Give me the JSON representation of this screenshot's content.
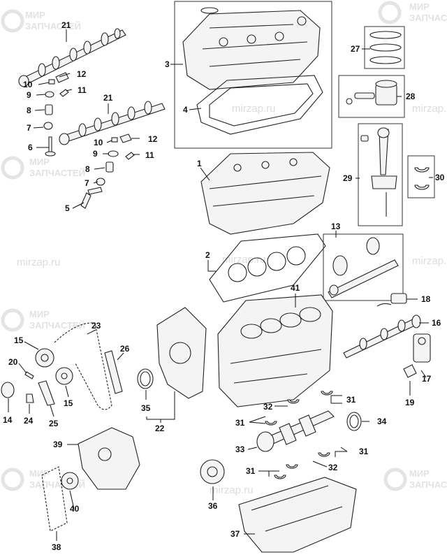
{
  "watermark": {
    "brand_line1": "МИР",
    "brand_line2": "ЗАПЧАСТЕЙ",
    "url": "mirzap.ru"
  },
  "callouts": {
    "c1": "1",
    "c2": "2",
    "c3": "3",
    "c4": "4",
    "c5": "5",
    "c6": "6",
    "c7a": "7",
    "c7b": "7",
    "c8a": "8",
    "c8b": "8",
    "c9a": "9",
    "c9b": "9",
    "c10a": "10",
    "c10b": "10",
    "c11a": "11",
    "c11b": "11",
    "c12a": "12",
    "c12b": "12",
    "c13": "13",
    "c14": "14",
    "c15a": "15",
    "c15b": "15",
    "c16": "16",
    "c17": "17",
    "c18": "18",
    "c19": "19",
    "c20": "20",
    "c21a": "21",
    "c21b": "21",
    "c22": "22",
    "c23": "23",
    "c24": "24",
    "c25": "25",
    "c26": "26",
    "c27": "27",
    "c28": "28",
    "c29": "29",
    "c30": "30",
    "c31a": "31",
    "c31b": "31",
    "c31c": "31",
    "c31d": "31",
    "c32a": "32",
    "c32b": "32",
    "c33": "33",
    "c34": "34",
    "c35": "35",
    "c36": "36",
    "c37": "37",
    "c38": "38",
    "c39": "39",
    "c40": "40",
    "c41": "41"
  }
}
